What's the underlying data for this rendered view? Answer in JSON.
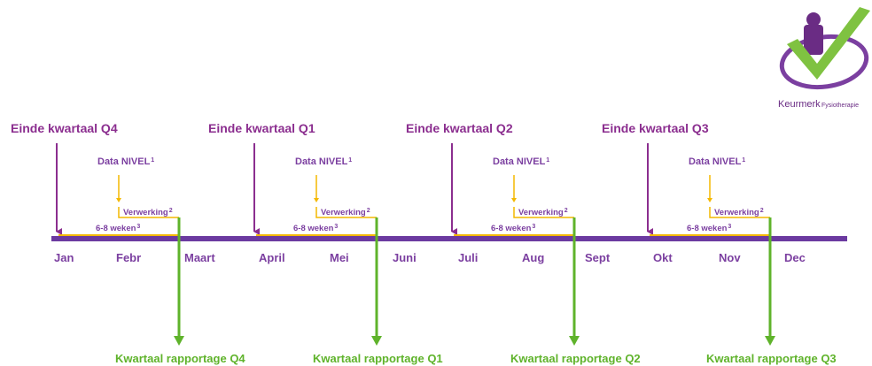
{
  "months": [
    "Jan",
    "Febr",
    "Maart",
    "April",
    "Mei",
    "Juni",
    "Juli",
    "Aug",
    "Sept",
    "Okt",
    "Nov",
    "Dec"
  ],
  "quarters": [
    {
      "end_label": "Einde kwartaal Q4",
      "data_label": "Data NIVEL",
      "data_sup": "1",
      "processing_label": "Verwerking",
      "processing_sup": "2",
      "duration_label": "6-8 weken",
      "duration_sup": "3",
      "report_label": "Kwartaal rapportage Q4"
    },
    {
      "end_label": "Einde kwartaal Q1",
      "data_label": "Data NIVEL",
      "data_sup": "1",
      "processing_label": "Verwerking",
      "processing_sup": "2",
      "duration_label": "6-8 weken",
      "duration_sup": "3",
      "report_label": "Kwartaal rapportage Q1"
    },
    {
      "end_label": "Einde kwartaal Q2",
      "data_label": "Data NIVEL",
      "data_sup": "1",
      "processing_label": "Verwerking",
      "processing_sup": "2",
      "duration_label": "6-8 weken",
      "duration_sup": "3",
      "report_label": "Kwartaal rapportage Q2"
    },
    {
      "end_label": "Einde kwartaal Q3",
      "data_label": "Data NIVEL",
      "data_sup": "1",
      "processing_label": "Verwerking",
      "processing_sup": "2",
      "duration_label": "6-8 weken",
      "duration_sup": "3",
      "report_label": "Kwartaal rapportage Q3"
    }
  ],
  "logo": {
    "brand": "Keurmerk",
    "sub": "Fysiotherapie",
    "icon": "checkmark-person-logo"
  },
  "colors": {
    "timeline": "#6b3aa0",
    "quarter_end": "#8b2e8f",
    "data": "#f4b800",
    "report": "#5fb32b",
    "month_text": "#7b3fa0"
  }
}
